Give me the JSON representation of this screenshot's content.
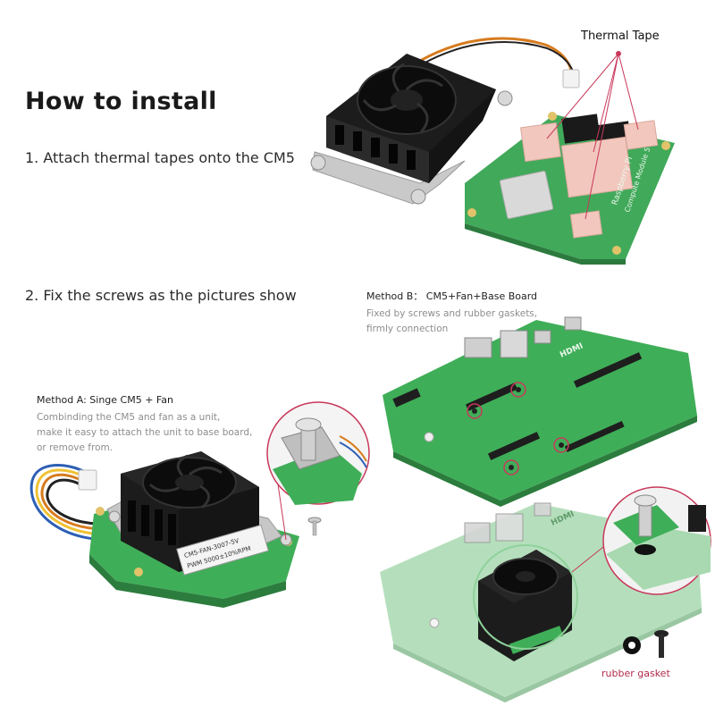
{
  "heading": "How to install",
  "step1": "1. Attach thermal tapes onto the CM5",
  "step2": "2. Fix the screws as the pictures show",
  "thermal_tape_label": "Thermal Tape",
  "method_a": {
    "title": "Method A: Singe CM5 + Fan",
    "desc_line1": "Combinding the CM5 and fan as a unit,",
    "desc_line2": "make it easy to attach the unit to base board,",
    "desc_line3": "or remove from."
  },
  "method_b": {
    "title": "Method B： CM5+Fan+Base Board",
    "desc_line1": "Fixed by screws and rubber gaskets,",
    "desc_line2": "firmly connection"
  },
  "rubber_gasket_label": "rubber gasket",
  "board_text": {
    "raspberry_pi": "Raspberry Pi",
    "compute_module": "Compute Module 5",
    "fan_sticker_line1": "CM5-FAN-3007-5V",
    "fan_sticker_line2": "PWM 5000±10%RPM",
    "hdmi": "HDMI"
  },
  "colors": {
    "pcb_green": "#3fae58",
    "pcb_light": "#9fd4a8",
    "thermal_pink": "#f2c7bd",
    "accent": "#c8385a",
    "heatsink": "#1c1c1c"
  }
}
